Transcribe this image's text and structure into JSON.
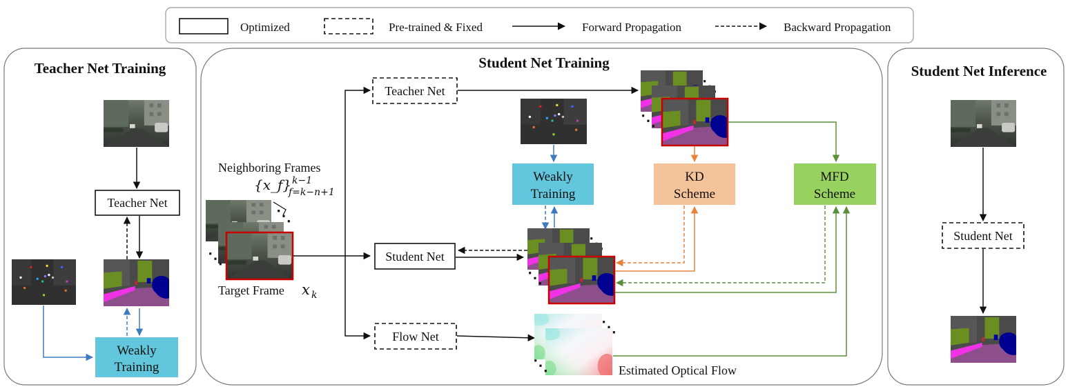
{
  "legend": {
    "optimized": "Optimized",
    "pretrained": "Pre-trained & Fixed",
    "forward": "Forward Propagation",
    "backward": "Backward Propagation"
  },
  "teacher_panel": {
    "title": "Teacher Net Training",
    "teacher_net": "Teacher Net",
    "weakly_line1": "Weakly",
    "weakly_line2": "Training"
  },
  "student_panel": {
    "title": "Student Net Training",
    "neighboring_label": "Neighboring Frames",
    "neighboring_set": "{x_f}",
    "neighboring_sup": "k−1",
    "neighboring_sub": "f=k−n+1",
    "target_label": "Target Frame",
    "target_var": "x",
    "target_sub": "k",
    "teacher_net": "Teacher Net",
    "student_net": "Student Net",
    "flow_net": "Flow Net",
    "weakly_line1": "Weakly",
    "weakly_line2": "Training",
    "kd_line1": "KD",
    "kd_line2": "Scheme",
    "mfd_line1": "MFD",
    "mfd_line2": "Scheme",
    "optical_flow_label": "Estimated Optical Flow"
  },
  "inference_panel": {
    "title": "Student Net Inference",
    "student_net": "Student Net"
  },
  "colors": {
    "weakly": "#62c6dc",
    "kd": "#f5c39a",
    "mfd": "#97d25e",
    "blue_arrow": "#3d7bbf",
    "orange_arrow": "#e7833a",
    "green_arrow": "#5a8f3a",
    "red_frame": "#c80000"
  }
}
